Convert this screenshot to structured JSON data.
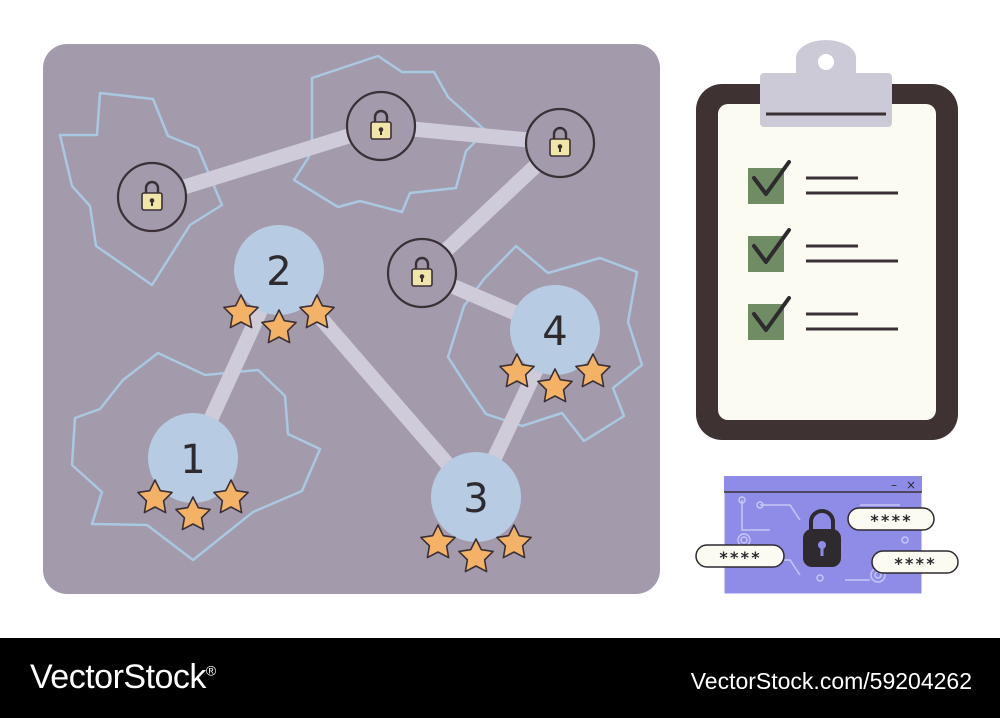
{
  "map": {
    "levels": [
      {
        "number": "1",
        "stars": 3
      },
      {
        "number": "2",
        "stars": 3
      },
      {
        "number": "3",
        "stars": 3
      },
      {
        "number": "4",
        "stars": 3
      }
    ],
    "locked_nodes": 4
  },
  "checklist": {
    "items": [
      {
        "checked": true
      },
      {
        "checked": true
      },
      {
        "checked": true
      }
    ]
  },
  "password_window": {
    "controls": {
      "minimize": "–",
      "close": "×"
    },
    "fields": [
      "****",
      "****",
      "****"
    ]
  },
  "footer": {
    "brand": "VectorStock",
    "brand_mark": "®",
    "image_id": "VectorStock.com/59204262"
  },
  "colors": {
    "map_background": "#a39aab",
    "region_outline": "#a9c8e2",
    "path": "#cfcbd9",
    "level_circle": "#b7cbe3",
    "star": "#f4b266",
    "lock": "#f0e6a8",
    "check_box": "#6f8c65",
    "window": "#8f8ce8"
  }
}
